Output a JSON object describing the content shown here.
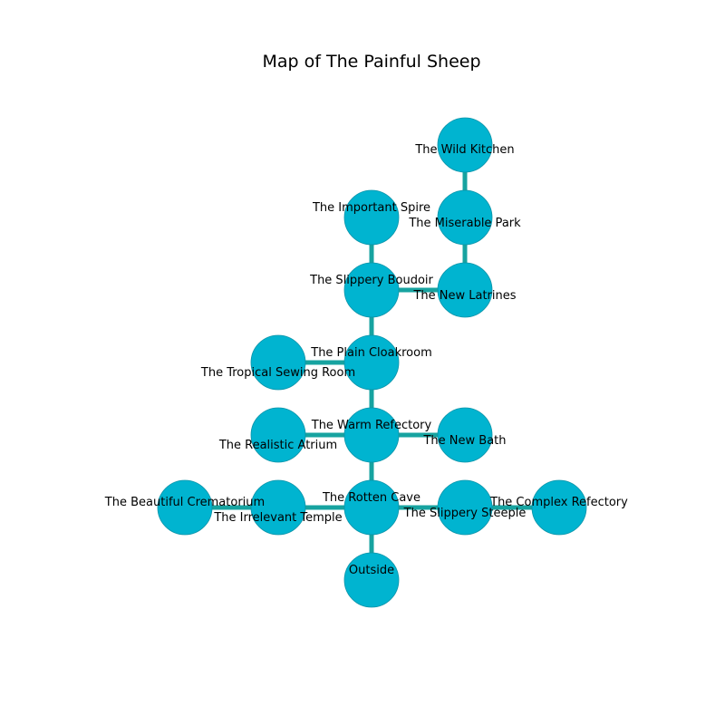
{
  "title": "Map of The Painful Sheep",
  "colors": {
    "node_fill": "#00b4d0",
    "node_stroke": "#0b93a8",
    "edge": "#17a3a0",
    "background": "#ffffff"
  },
  "rooms": [
    {
      "id": "wild_kitchen",
      "name": "The Wild Kitchen"
    },
    {
      "id": "important_spire",
      "name": "The Important Spire"
    },
    {
      "id": "miserable_park",
      "name": "The Miserable Park"
    },
    {
      "id": "slippery_boudoir",
      "name": "The Slippery Boudoir"
    },
    {
      "id": "new_latrines",
      "name": "The New Latrines"
    },
    {
      "id": "plain_cloakroom",
      "name": "The Plain Cloakroom"
    },
    {
      "id": "tropical_sewing_room",
      "name": "The Tropical Sewing Room"
    },
    {
      "id": "warm_refectory",
      "name": "The Warm Refectory"
    },
    {
      "id": "realistic_atrium",
      "name": "The Realistic Atrium"
    },
    {
      "id": "new_bath",
      "name": "The New Bath"
    },
    {
      "id": "rotten_cave",
      "name": "The Rotten Cave"
    },
    {
      "id": "beautiful_crematorium",
      "name": "The Beautiful Crematorium"
    },
    {
      "id": "irrelevant_temple",
      "name": "The Irrelevant Temple"
    },
    {
      "id": "slippery_steeple",
      "name": "The Slippery Steeple"
    },
    {
      "id": "complex_refectory",
      "name": "The Complex Refectory"
    },
    {
      "id": "outside",
      "name": "Outside"
    }
  ],
  "connections": [
    [
      "wild_kitchen",
      "miserable_park"
    ],
    [
      "miserable_park",
      "new_latrines"
    ],
    [
      "important_spire",
      "slippery_boudoir"
    ],
    [
      "slippery_boudoir",
      "new_latrines"
    ],
    [
      "slippery_boudoir",
      "plain_cloakroom"
    ],
    [
      "plain_cloakroom",
      "tropical_sewing_room"
    ],
    [
      "plain_cloakroom",
      "warm_refectory"
    ],
    [
      "warm_refectory",
      "realistic_atrium"
    ],
    [
      "warm_refectory",
      "new_bath"
    ],
    [
      "warm_refectory",
      "rotten_cave"
    ],
    [
      "rotten_cave",
      "irrelevant_temple"
    ],
    [
      "irrelevant_temple",
      "beautiful_crematorium"
    ],
    [
      "rotten_cave",
      "slippery_steeple"
    ],
    [
      "slippery_steeple",
      "complex_refectory"
    ],
    [
      "rotten_cave",
      "outside"
    ]
  ]
}
